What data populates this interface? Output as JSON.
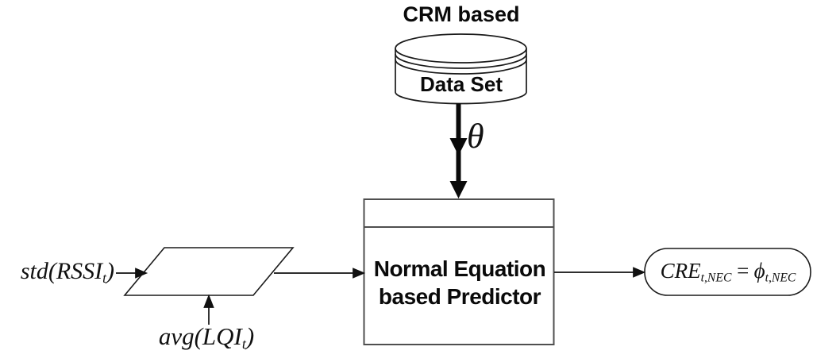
{
  "colors": {
    "background": "#ffffff",
    "ink": "#111111",
    "box_stroke": "#4f4f4f",
    "text": "#0a0a0a"
  },
  "database": {
    "title": "CRM based",
    "label": "Data Set"
  },
  "flow": {
    "parameter": "θ"
  },
  "predictor": {
    "line1": "Normal Equation",
    "line2": "based Predictor"
  },
  "inputs": {
    "std": {
      "func": "std(RSSI",
      "sub": "t",
      "close": ")"
    },
    "avg": {
      "func": "avg(LQI",
      "sub": "t",
      "close": ")"
    }
  },
  "output": {
    "lhs": "CRE",
    "lhs_sub": "t,NEC",
    "eq": "=",
    "rhs": "ϕ",
    "rhs_sub": "t,NEC"
  }
}
